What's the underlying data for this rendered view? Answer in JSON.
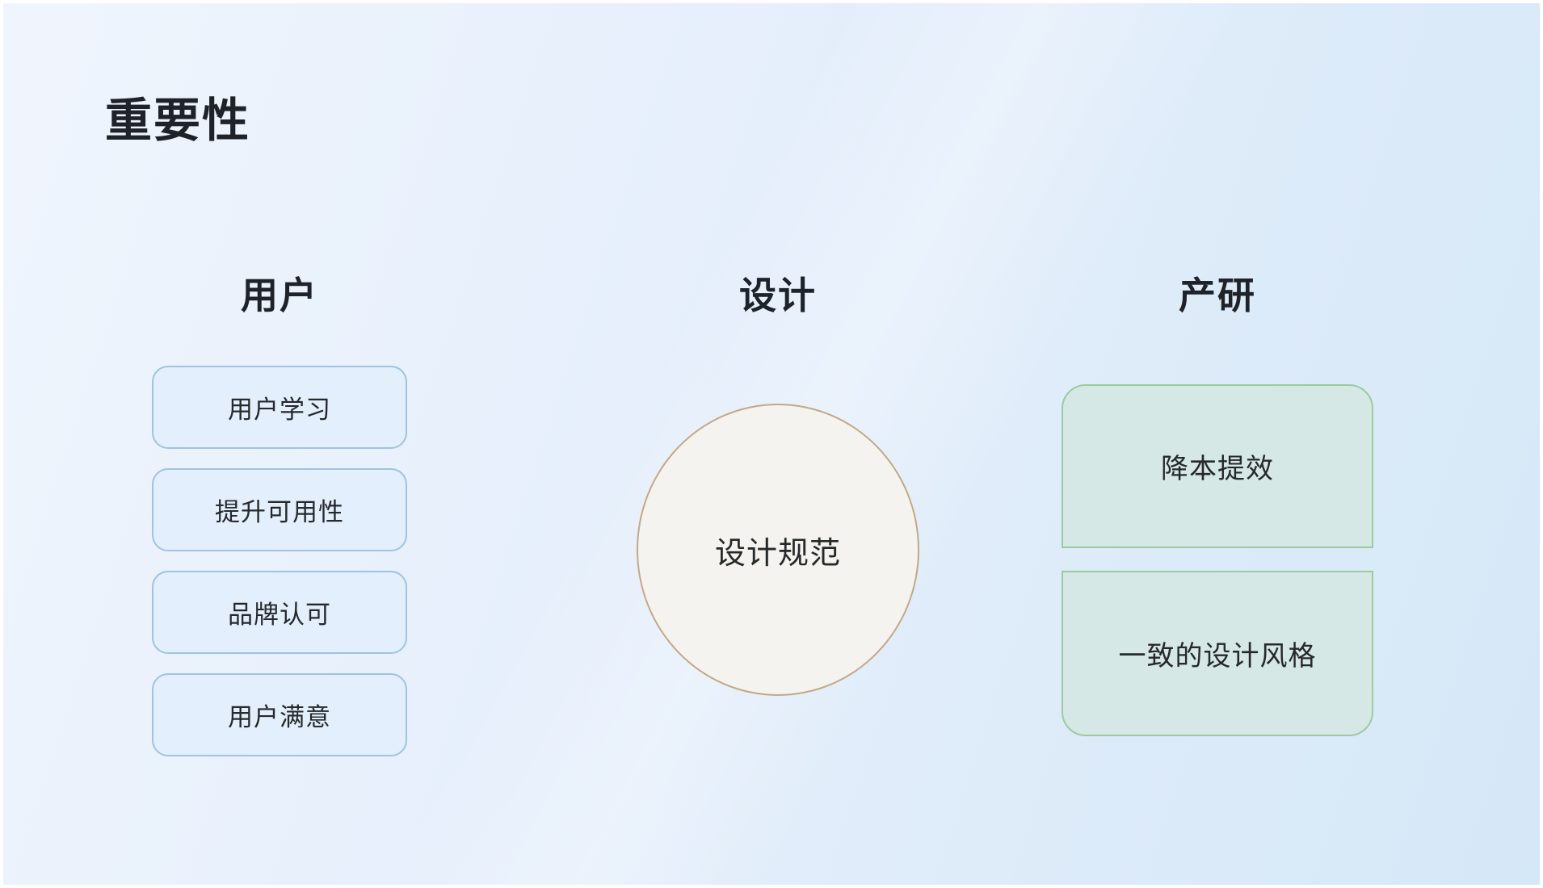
{
  "title": "重要性",
  "columns": {
    "users": {
      "header": "用户",
      "items": [
        {
          "label": "用户学习"
        },
        {
          "label": "提升可用性"
        },
        {
          "label": "品牌认可"
        },
        {
          "label": "用户满意"
        }
      ]
    },
    "design": {
      "header": "设计",
      "circle": {
        "label": "设计规范"
      }
    },
    "product": {
      "header": "产研",
      "items": [
        {
          "label": "降本提效"
        },
        {
          "label": "一致的设计风格"
        }
      ]
    }
  },
  "colors": {
    "background_start": "#f0f5fd",
    "background_end": "#d5e8f7",
    "user_box_fill": "#e3effc",
    "user_box_border": "#9dc3e6",
    "circle_fill": "#f4f3ef",
    "circle_border": "#c5a886",
    "product_box_fill": "#d5e8e5",
    "product_box_border": "#9ccb9f",
    "text": "#1f2329"
  }
}
